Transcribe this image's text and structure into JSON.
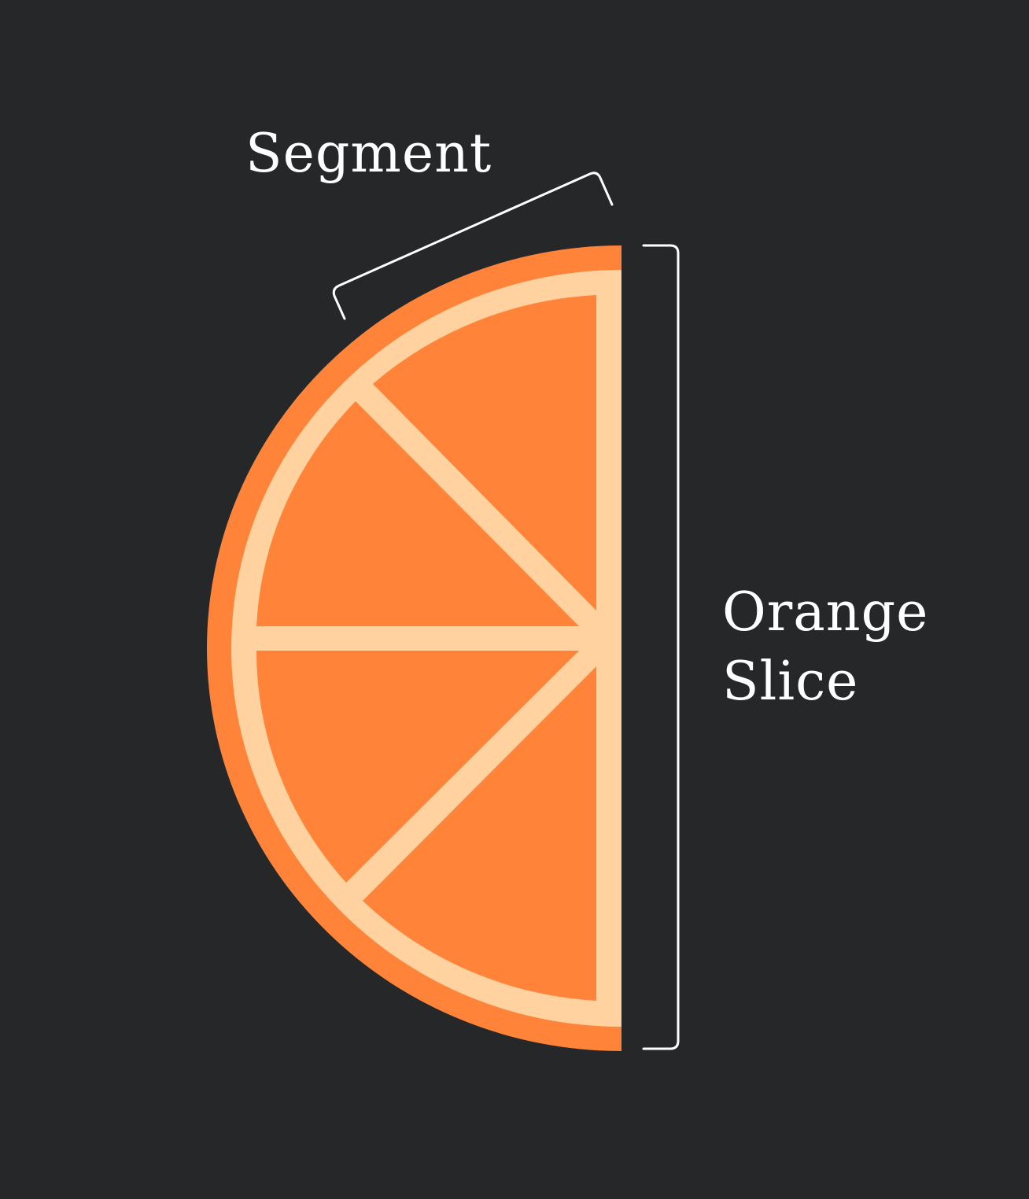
{
  "labels": {
    "segment": "Segment",
    "orange_slice_line1": "Orange",
    "orange_slice_line2": "Slice"
  },
  "colors": {
    "background": "#262729",
    "peel": "#FF8439",
    "pith": "#FFD2A0",
    "annotation": "#FFFFFF"
  },
  "icons": {
    "fruit": "orange-slice-icon",
    "segment_bracket": "bracket-icon",
    "height_bracket": "bracket-icon"
  }
}
